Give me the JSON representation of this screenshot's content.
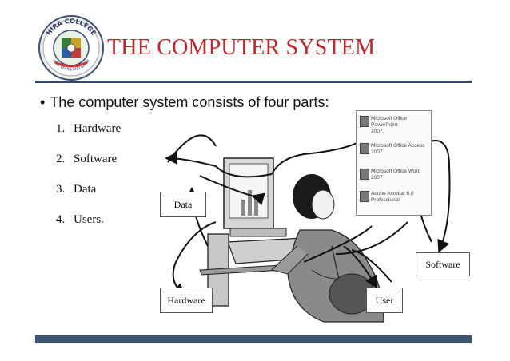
{
  "slide": {
    "title": "THE COMPUTER SYSTEM",
    "bullet_marker": "•",
    "bullet": "The computer system consists of four parts:",
    "list": [
      {
        "num": "1.",
        "label": "Hardware"
      },
      {
        "num": "2.",
        "label": "Software"
      },
      {
        "num": "3.",
        "label": "Data"
      },
      {
        "num": "4.",
        "label": "Users."
      }
    ]
  },
  "diagram": {
    "boxes": {
      "data": "Data",
      "hardware": "Hardware",
      "software": "Software",
      "user": "User"
    },
    "menu_items": [
      {
        "line1": "Microsoft Office PowerPoint",
        "line2": "2007"
      },
      {
        "line1": "Microsoft Office Access",
        "line2": "2007"
      },
      {
        "line1": "Microsoft Office Word 2007",
        "line2": ""
      },
      {
        "line1": "Adobe Acrobat 6.0",
        "line2": "Professional"
      }
    ]
  },
  "colors": {
    "title": "#c1262d",
    "rule": "#2e4a6b",
    "footer": "#3b5573"
  },
  "logo": {
    "text_top": "HIRA COLLEGE",
    "text_bottom": "SKILL LEARN AND SERVE"
  }
}
